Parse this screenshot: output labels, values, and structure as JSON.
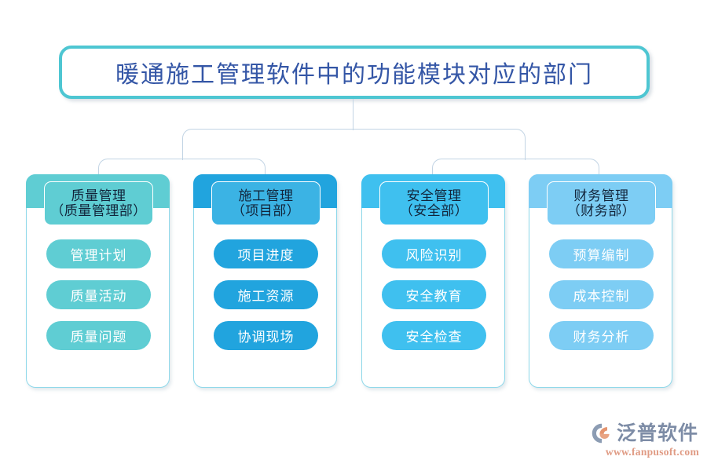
{
  "title": {
    "text": "暖通施工管理软件中的功能模块对应的部门",
    "text_color": "#3456a6",
    "border_color": "#4ec6d2"
  },
  "connector": {
    "line_color": "#c2d4e4"
  },
  "card_border_color": "#8fd8ea",
  "columns": [
    {
      "header_line1": "质量管理",
      "header_line2": "（质量管理部）",
      "color": "#5fcdd3",
      "items": [
        "管理计划",
        "质量活动",
        "质量问题"
      ]
    },
    {
      "header_line1": "施工管理",
      "header_line2": "（项目部）",
      "color": "#21a4de",
      "header_box_color": "#3bb3e4",
      "items": [
        "项目进度",
        "施工资源",
        "协调现场"
      ]
    },
    {
      "header_line1": "安全管理",
      "header_line2": "（安全部）",
      "color": "#3fc0ef",
      "items": [
        "风险识别",
        "安全教育",
        "安全检查"
      ]
    },
    {
      "header_line1": "财务管理",
      "header_line2": "（财务部）",
      "color": "#7dcdf4",
      "items": [
        "预算编制",
        "成本控制",
        "财务分析"
      ]
    }
  ],
  "logo": {
    "name": "泛普软件",
    "url": "www.fanpusoft.com",
    "mark_color": "#8c9cb3",
    "mark_accent_color": "#e4946f",
    "name_color": "#7d8ca6",
    "url_color": "#e09b84"
  }
}
